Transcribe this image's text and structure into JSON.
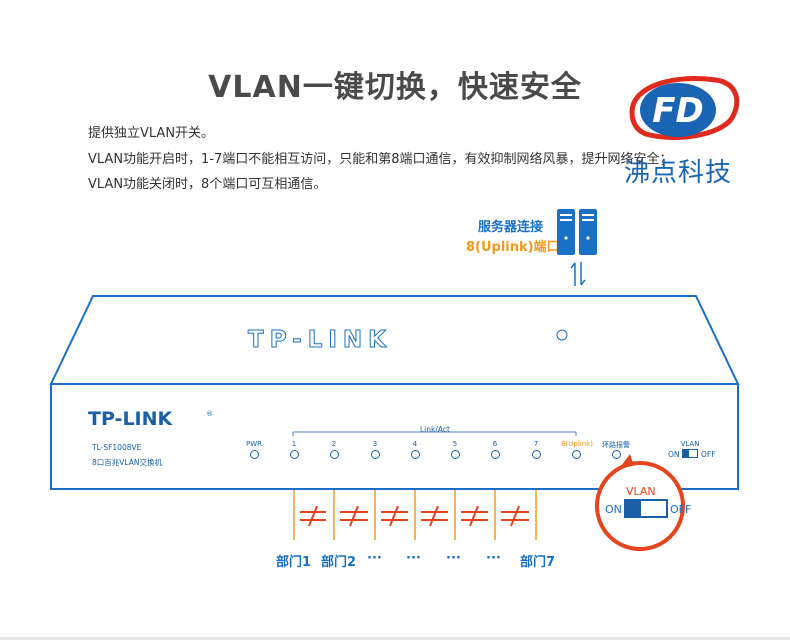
{
  "headline": "VLAN一键切换，快速安全",
  "description": [
    "提供独立VLAN开关。",
    "VLAN功能开启时，1-7端口不能相互访问，只能和第8端口通信，有效抑制网络风暴，提升网络安全；",
    "VLAN功能关闭时，8个端口可互相通信。"
  ],
  "logo": {
    "brand": "沸点科技",
    "mark": "FD"
  },
  "server": {
    "line1": "服务器连接",
    "line2": "8(Uplink)端口"
  },
  "device": {
    "top_brand": "TP-LINK",
    "panel_brand": "TP-LINK",
    "model": "TL-SF1008VE",
    "subtitle": "8口百兆VLAN交换机",
    "link_act": "Link/Act",
    "pwr": "PWR",
    "ports": [
      "1",
      "2",
      "3",
      "4",
      "5",
      "6",
      "7",
      "8(Uplink)"
    ],
    "loop_alarm": "环路报警",
    "vlan_label": "VLAN",
    "on_label": "ON",
    "off_label": "OFF"
  },
  "zoom": {
    "vlan": "VLAN",
    "on": "ON",
    "off": "OFF"
  },
  "departments": [
    "部门1",
    "部门2",
    "···",
    "···",
    "···",
    "···",
    "部门7"
  ],
  "colors": {
    "blue": "#1a5ea8",
    "orange": "#f39a1e",
    "red": "#e4451f",
    "gray_text": "#4a4a4a"
  }
}
